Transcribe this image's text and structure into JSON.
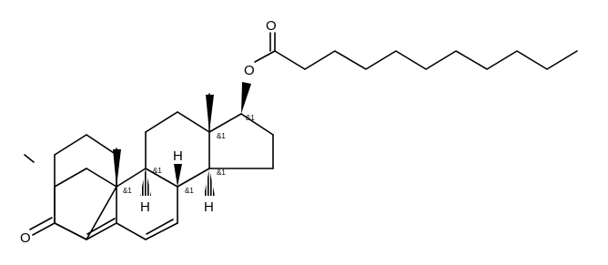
{
  "atoms": {
    "carbonyl_oxygen": "O",
    "ester_oxygen": "O",
    "ketone_oxygen": "O",
    "h_c9": "H",
    "h_c8": "H",
    "h_c14": "H"
  },
  "stereo_flags": {
    "c17": "&1",
    "c13": "&1",
    "c8": "&1",
    "c9": "&1",
    "c10": "&1",
    "c14": "&1"
  }
}
